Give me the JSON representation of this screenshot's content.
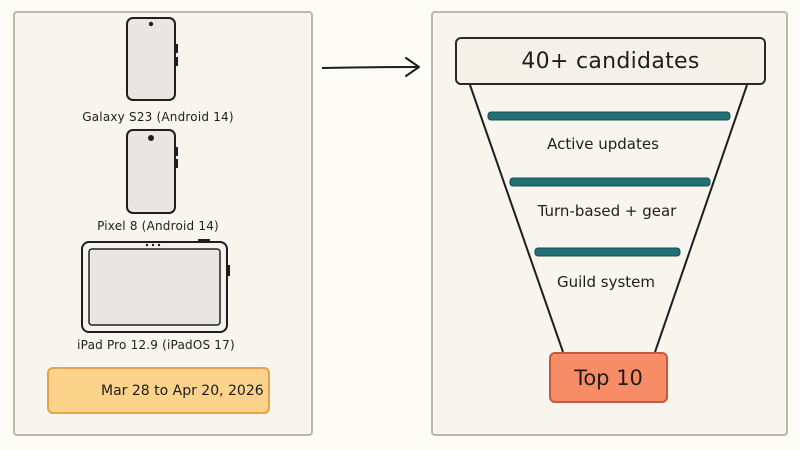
{
  "devices": [
    {
      "label": "Galaxy S23 (Android 14)"
    },
    {
      "label": "Pixel 8 (Android 14)"
    },
    {
      "label": "iPad Pro 12.9 (iPadOS 17)"
    }
  ],
  "test_window": {
    "icon": "calendar-icon",
    "dates": "Mar 28 to Apr 20, 2026"
  },
  "funnel": {
    "input": "40+ candidates",
    "stages": [
      {
        "label": "Active updates"
      },
      {
        "label": "Turn-based + gear"
      },
      {
        "label": "Guild system"
      }
    ],
    "output": "Top 10"
  },
  "colors": {
    "filter_bar": "#1f6f73",
    "date_fill": "#fbd38a",
    "date_border": "#e6a24a",
    "result_fill": "#f88c67",
    "device_fill": "#e8e6e2"
  }
}
